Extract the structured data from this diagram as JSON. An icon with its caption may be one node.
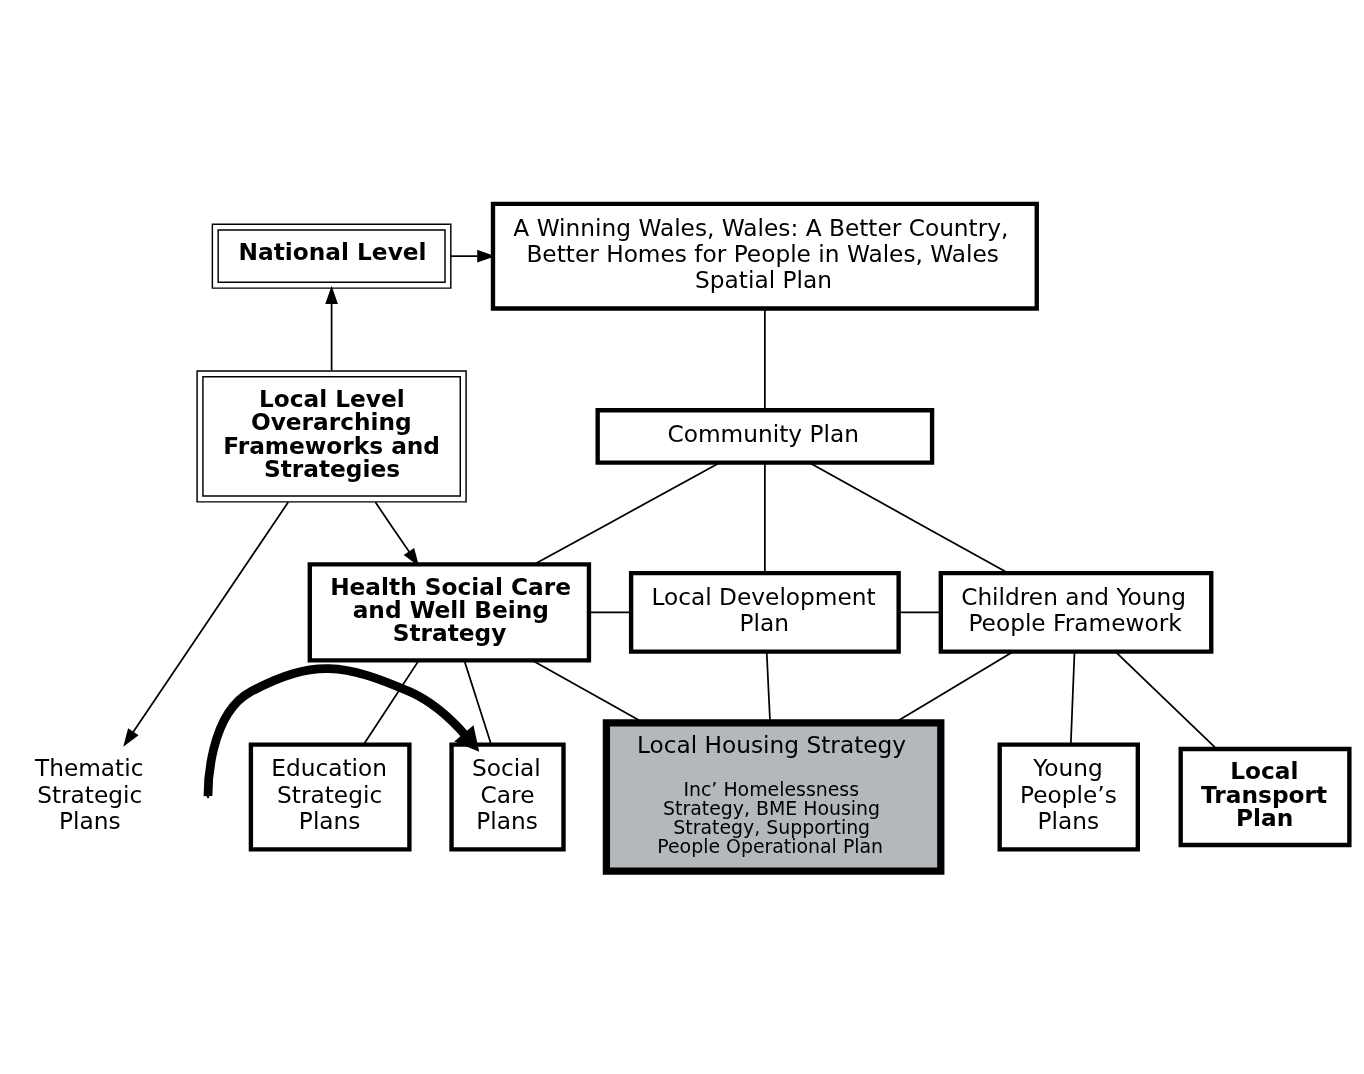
{
  "diagram": {
    "nodes": [
      {
        "text": [
          "National Level"
        ]
      },
      {
        "text": [
          "A Winning Wales, Wales: A Better Country, Better Homes for People in Wales, Wales Spatial Plan"
        ]
      },
      {
        "text": [
          "Local Level Overarching Frameworks and Strategies"
        ]
      },
      {
        "text": [
          "Community Plan"
        ]
      },
      {
        "text": [
          "Health Social Care and Well Being Strategy"
        ]
      },
      {
        "text": [
          "Local Development Plan"
        ]
      },
      {
        "text": [
          "Children and Young People Framework"
        ]
      },
      {
        "text": [
          "Thematic Strategic Plans"
        ]
      },
      {
        "text": [
          "Social Care Plans"
        ]
      },
      {
        "text": [
          "Education Strategic Plans"
        ]
      },
      {
        "text": [
          "Local Housing Strategy",
          "Inc’ Homelessness Strategy, BME Housing Strategy, Supporting People Operational Plan"
        ]
      },
      {
        "text": [
          "Local Transport Plan"
        ]
      },
      {
        "text": [
          "Young People’s Plans"
        ]
      }
    ],
    "edges": [
      {
        "from": 0,
        "to": 1,
        "arrow": "to"
      },
      {
        "from": 2,
        "to": 0,
        "arrow": "to"
      },
      {
        "from": 2,
        "to": 4,
        "arrow": "to"
      },
      {
        "from": 2,
        "to": 7,
        "arrow": "to"
      },
      {
        "from": null,
        "to": 8,
        "arrow": "to",
        "style": "thick"
      },
      {
        "from": 1,
        "to": 3,
        "arrow": "none"
      },
      {
        "from": 3,
        "to": 4,
        "arrow": "none"
      },
      {
        "from": 3,
        "to": 5,
        "arrow": "none"
      },
      {
        "from": 3,
        "to": 6,
        "arrow": "none"
      },
      {
        "from": 4,
        "to": 5,
        "arrow": "none"
      },
      {
        "from": 5,
        "to": 6,
        "arrow": "none"
      },
      {
        "from": 4,
        "to": 8,
        "arrow": "none"
      },
      {
        "from": 4,
        "to": 9,
        "arrow": "none"
      },
      {
        "from": 4,
        "to": 10,
        "arrow": "none"
      },
      {
        "from": 5,
        "to": 10,
        "arrow": "none"
      },
      {
        "from": 6,
        "to": 10,
        "arrow": "none"
      },
      {
        "from": 6,
        "to": 11,
        "arrow": "none"
      },
      {
        "from": 6,
        "to": 12,
        "arrow": "none"
      }
    ]
  }
}
